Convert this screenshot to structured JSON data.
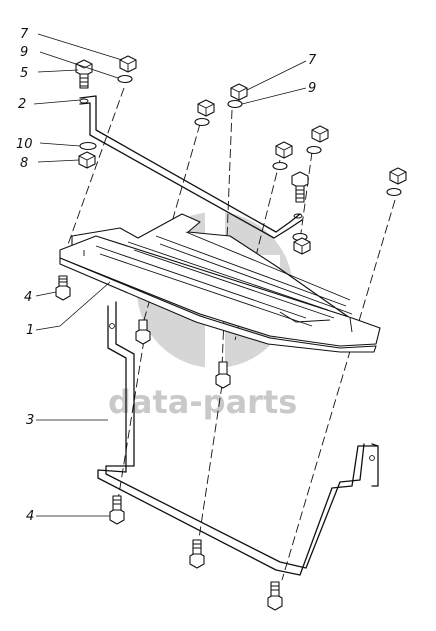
{
  "watermark": {
    "text": "data-parts",
    "color": "#c9c9c9"
  },
  "callouts": {
    "c1": "1",
    "c2": "2",
    "c3": "3",
    "c4a": "4",
    "c4b": "4",
    "c5": "5",
    "c7a": "7",
    "c7b": "7",
    "c8": "8",
    "c9a": "9",
    "c9b": "9",
    "c10": "10"
  },
  "colors": {
    "ink": "#111111",
    "background": "#ffffff",
    "watermark_logo": "#c9c9c9"
  }
}
